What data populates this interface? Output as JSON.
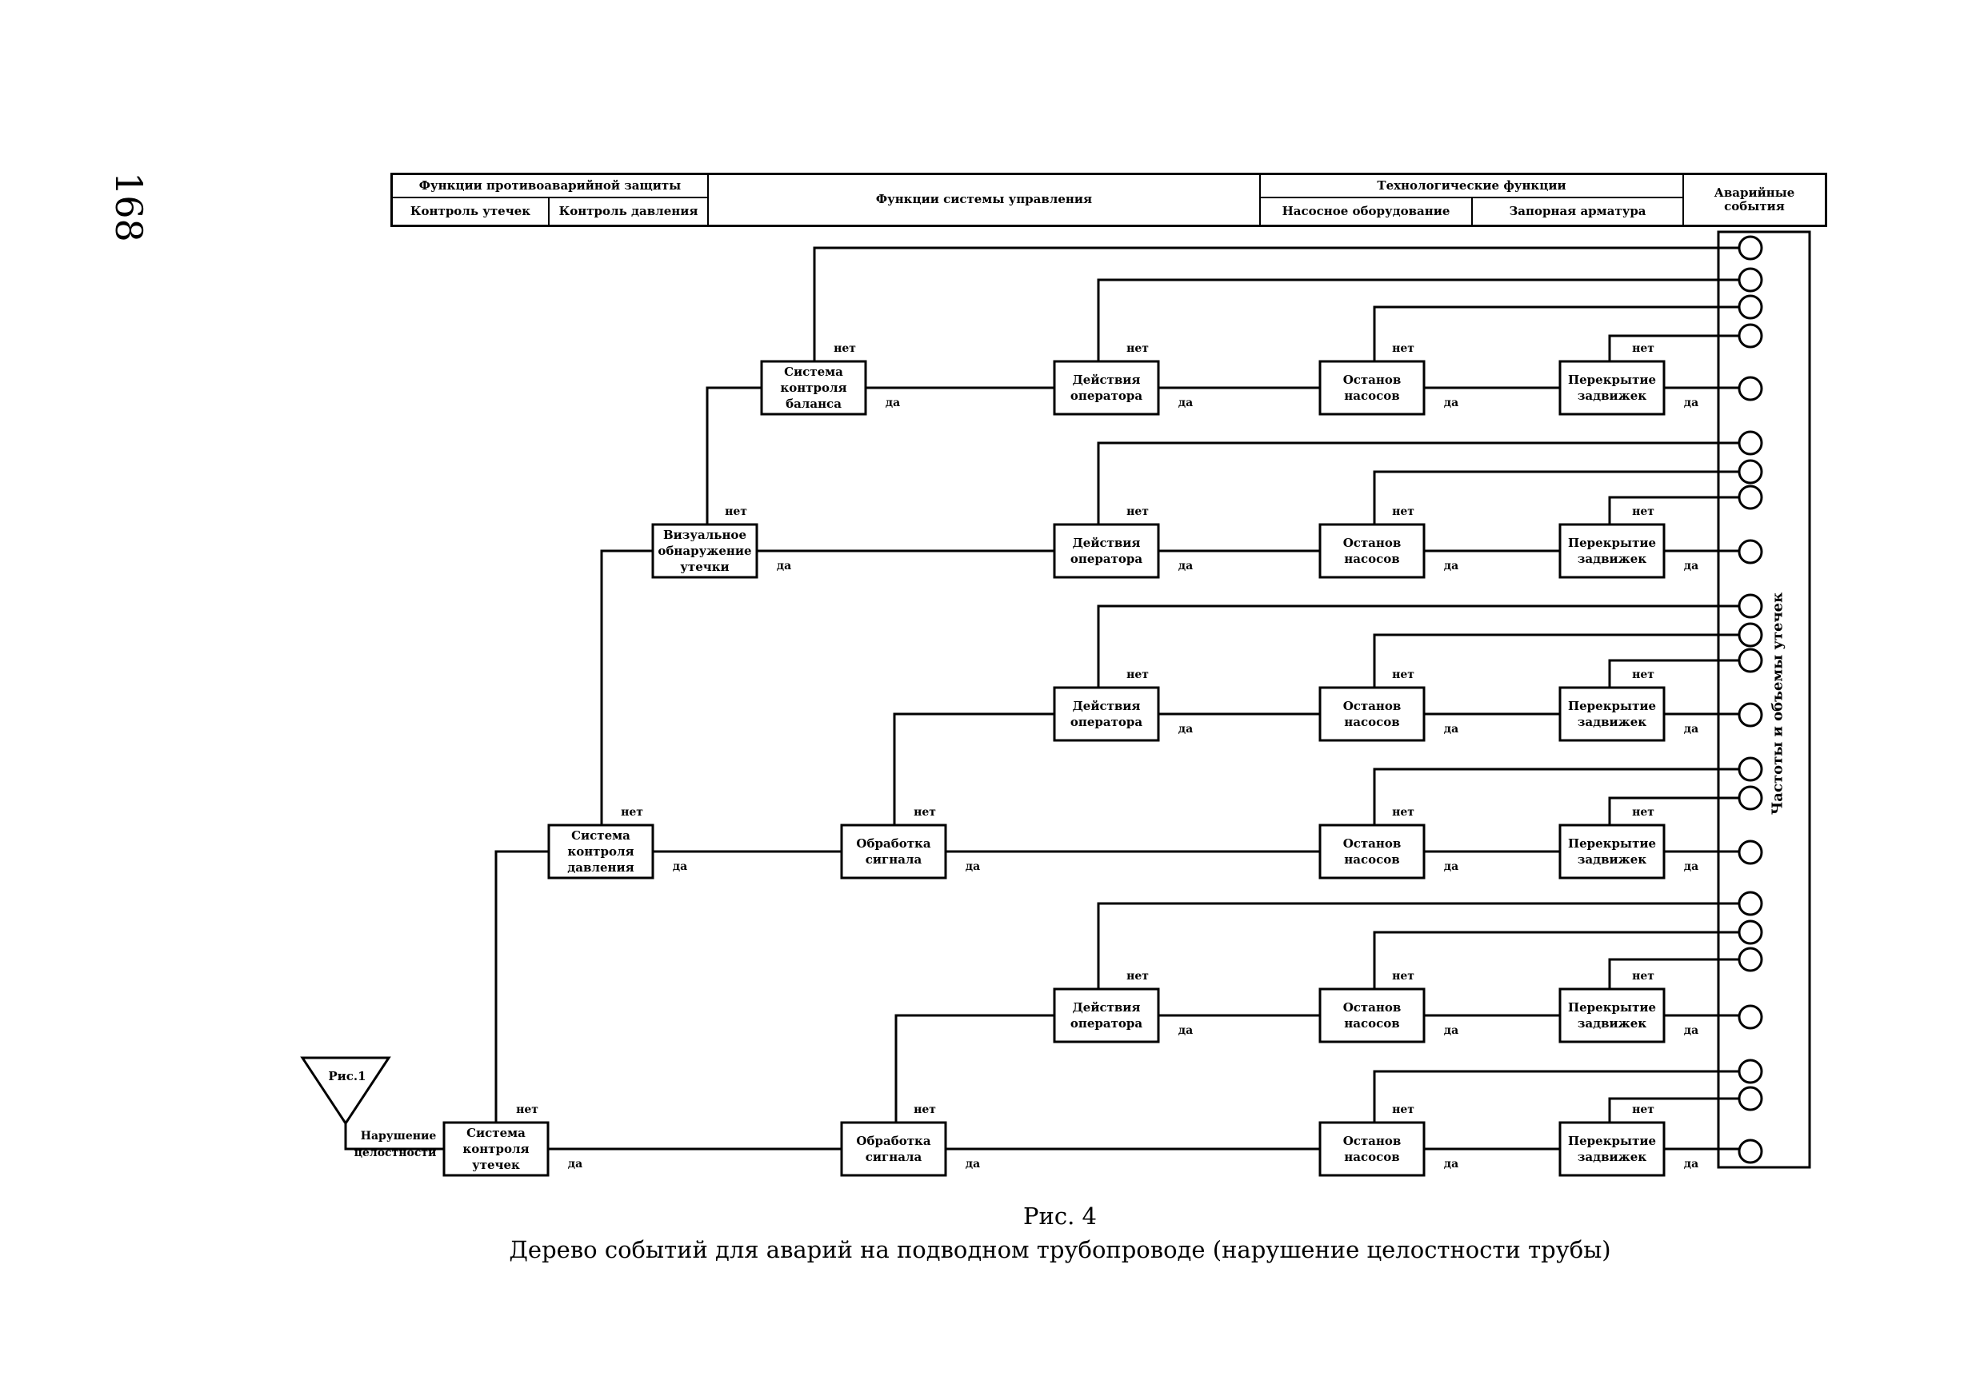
{
  "page_number": "168",
  "header": {
    "group1_title": "Функции противоаварийной защиты",
    "group1_sub1": "Контроль утечек",
    "group1_sub2": "Контроль давления",
    "group2_title": "Функции системы управления",
    "group3_title": "Технологические функции",
    "group3_sub1": "Насосное оборудование",
    "group3_sub2": "Запорная арматура",
    "group4_title": "Аварийные события"
  },
  "side_label": "Частоты и объемы утечек",
  "initiator": {
    "ref_label": "Рис.1",
    "event_label_line1": "Нарушение",
    "event_label_line2": "целостности"
  },
  "labels": {
    "yes": "да",
    "no": "нет"
  },
  "nodes": {
    "n_leak": [
      "Система",
      "контроля",
      "утечек"
    ],
    "n_press": [
      "Система",
      "контроля",
      "давления"
    ],
    "n_visual": [
      "Визуальное",
      "обнаружение",
      "утечки"
    ],
    "n_balance": [
      "Система",
      "контроля",
      "баланса"
    ],
    "n_proc1": [
      "Обработка",
      "сигнала"
    ],
    "n_proc2": [
      "Обработка",
      "сигнала"
    ],
    "n_op1": [
      "Действия",
      "оператора"
    ],
    "n_op2": [
      "Действия",
      "оператора"
    ],
    "n_op3": [
      "Действия",
      "оператора"
    ],
    "n_op4": [
      "Действия",
      "оператора"
    ],
    "n_pump1": [
      "Останов",
      "насосов"
    ],
    "n_pump2": [
      "Останов",
      "насосов"
    ],
    "n_pump3": [
      "Останов",
      "насосов"
    ],
    "n_pump4": [
      "Останов",
      "насосов"
    ],
    "n_pump5": [
      "Останов",
      "насосов"
    ],
    "n_pump6": [
      "Останов",
      "насосов"
    ],
    "n_valve1": [
      "Перекрытие",
      "задвижек"
    ],
    "n_valve2": [
      "Перекрытие",
      "задвижек"
    ],
    "n_valve3": [
      "Перекрытие",
      "задвижек"
    ],
    "n_valve4": [
      "Перекрытие",
      "задвижек"
    ],
    "n_valve5": [
      "Перекрытие",
      "задвижек"
    ],
    "n_valve6": [
      "Перекрытие",
      "задвижек"
    ]
  },
  "caption": {
    "line1": "Рис. 4",
    "line2": "Дерево событий для аварий на подводном трубопроводе (нарушение целостности трубы)"
  }
}
